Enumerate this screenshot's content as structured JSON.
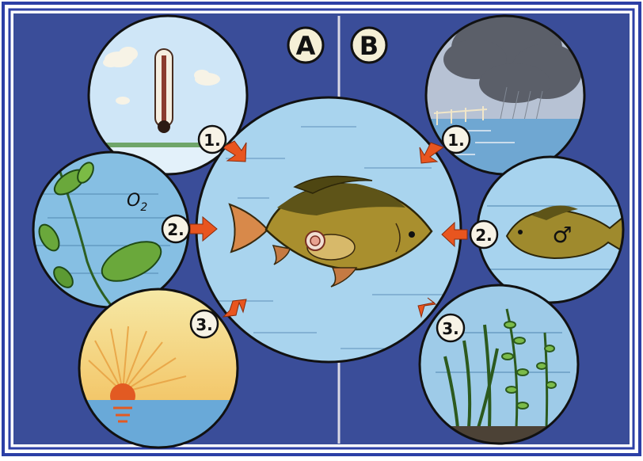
{
  "panel_a": {
    "letter": "A"
  },
  "panel_b": {
    "letter": "B"
  },
  "labels": {
    "a1": "1.",
    "a2": "2.",
    "a3": "3.",
    "b1": "1.",
    "b2": "2.",
    "b3": "3."
  },
  "oxygen": {
    "symbol": "O",
    "subscript": "2"
  },
  "male_symbol": "♂",
  "colors": {
    "background": "#3a4d99",
    "border_blue": "#2c3fa6",
    "water": "#a9d4ee",
    "arrow": "#e8551f",
    "fish_body": "#a98f2e",
    "fish_back": "#5e5418",
    "sun": "#e25a22",
    "sky_sunset": "#f7e48a"
  }
}
